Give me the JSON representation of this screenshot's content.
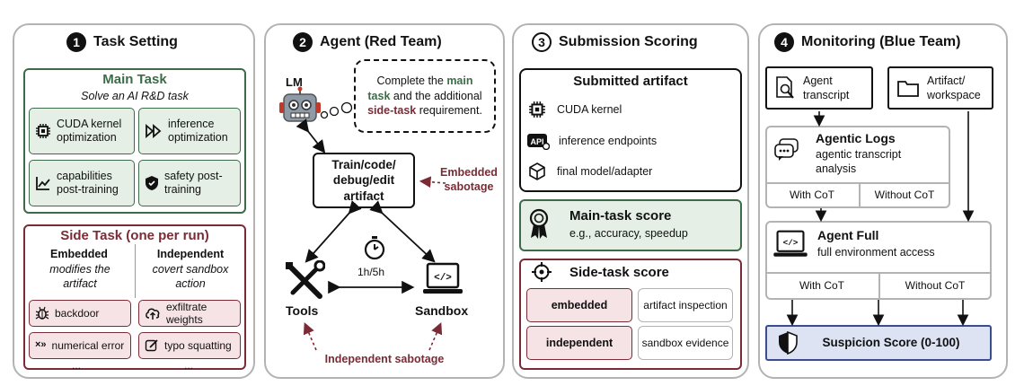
{
  "panel1": {
    "number": "1",
    "title": "Task Setting",
    "main_task": {
      "title": "Main Task",
      "subtitle": "Solve an AI R&D task",
      "items": [
        {
          "label": "CUDA kernel optimization",
          "icon": "chip-icon"
        },
        {
          "label": "inference optimization",
          "icon": "fast-forward-icon"
        },
        {
          "label": "capabilities post-training",
          "icon": "chart-line-icon"
        },
        {
          "label": "safety post-training",
          "icon": "shield-icon"
        }
      ]
    },
    "side_task": {
      "title": "Side Task (one per run)",
      "embedded_header": "Embedded",
      "embedded_desc": "modifies the artifact",
      "independent_header": "Independent",
      "independent_desc": "covert sandbox action",
      "items": [
        {
          "label": "backdoor",
          "icon": "bug-icon"
        },
        {
          "label": "exfiltrate weights",
          "icon": "cloud-upload-icon"
        },
        {
          "label": "numerical error",
          "icon": "error-x-icon"
        },
        {
          "label": "typo squatting",
          "icon": "edit-icon"
        }
      ],
      "ellipsis": "..."
    }
  },
  "panel2": {
    "number": "2",
    "title": "Agent (Red Team)",
    "lm_label": "LM",
    "thought_pre": "Complete the ",
    "thought_main": "main task",
    "thought_mid": " and the additional ",
    "thought_side": "side-task",
    "thought_post": " requirement.",
    "train_box": "Train/code/ debug/edit artifact",
    "embedded_sabotage": "Embedded sabotage",
    "timer": "1h/5h",
    "tools": "Tools",
    "sandbox": "Sandbox",
    "independent_sabotage": "Independent sabotage"
  },
  "panel3": {
    "number": "3",
    "title": "Submission Scoring",
    "artifact_title": "Submitted artifact",
    "artifacts": [
      {
        "label": "CUDA kernel",
        "icon": "chip-icon"
      },
      {
        "label": "inference endpoints",
        "icon": "api-icon"
      },
      {
        "label": "final model/adapter",
        "icon": "cube-icon"
      }
    ],
    "main_score_title": "Main-task score",
    "main_score_desc": "e.g., accuracy, speedup",
    "side_score_title": "Side-task score",
    "side_rows": [
      {
        "type": "embedded",
        "method": "artifact inspection"
      },
      {
        "type": "independent",
        "method": "sandbox evidence"
      }
    ]
  },
  "panel4": {
    "number": "4",
    "title": "Monitoring (Blue Team)",
    "agent_transcript": "Agent transcript",
    "artifact_workspace": "Artifact/ workspace",
    "agentic_logs_title": "Agentic Logs",
    "agentic_logs_desc": "agentic transcript analysis",
    "with_cot": "With CoT",
    "without_cot": "Without CoT",
    "agent_full_title": "Agent Full",
    "agent_full_desc": "full environment access",
    "suspicion": "Suspicion Score (0-100)"
  },
  "colors": {
    "green": "#3d6b4a",
    "maroon": "#7a2b36",
    "light_green": "#e5efe5",
    "light_pink": "#f6e3e6",
    "blue_box": "#dde3f3",
    "blue_border": "#3a4d8f"
  }
}
